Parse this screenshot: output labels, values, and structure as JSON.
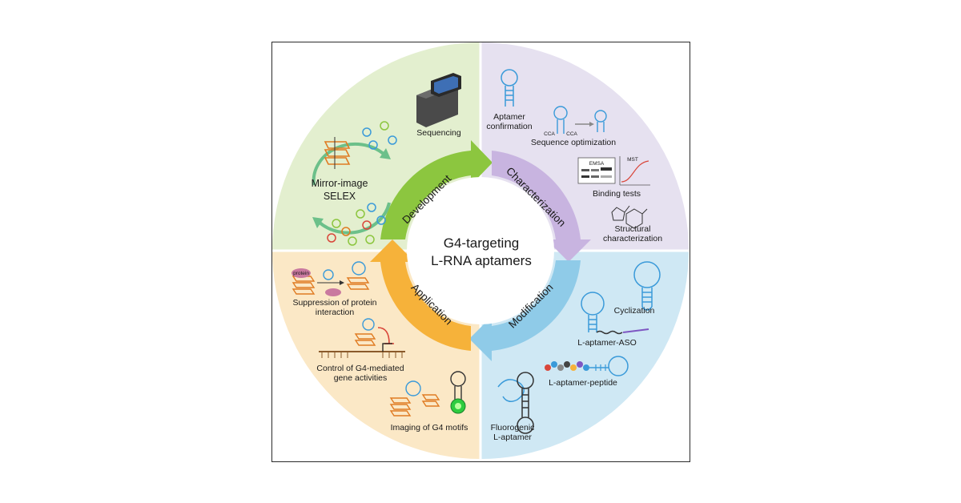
{
  "center": {
    "line1": "G4-targeting",
    "line2": "L-RNA aptamers"
  },
  "stages": {
    "development": "Development",
    "characterization": "Characterization",
    "modification": "Modification",
    "application": "Application"
  },
  "development": {
    "sequencing": "Sequencing",
    "selex_line1": "Mirror-image",
    "selex_line2": "SELEX"
  },
  "characterization": {
    "aptamer_confirmation_line1": "Aptamer",
    "aptamer_confirmation_line2": "confirmation",
    "sequence_optimization": "Sequence optimization",
    "seq_left": "CCA",
    "seq_right": "CCA",
    "emsa": "EMSA",
    "mst": "MST",
    "binding_tests": "Binding tests",
    "structural_line1": "Structural",
    "structural_line2": "characterization"
  },
  "modification": {
    "cyclization": "Cyclization",
    "l_aptamer_aso": "L-aptamer-ASO",
    "l_aptamer_peptide": "L-aptamer-peptide",
    "fluorogenic_line1": "Fluorogenic",
    "fluorogenic_line2": "L-aptamer"
  },
  "application": {
    "suppression_line1": "Suppression of protein",
    "suppression_line2": "interaction",
    "protein_tag": "protein",
    "control_line1": "Control of G4-mediated",
    "control_line2": "gene activities",
    "imaging": "Imaging of G4 motifs"
  },
  "colors": {
    "development_bg": "#e3efcf",
    "characterization_bg": "#e6e1f0",
    "modification_bg": "#cfe8f4",
    "application_bg": "#fbe8c6",
    "development_arrow": "#8cc63f",
    "characterization_arrow": "#c8b4e0",
    "modification_arrow": "#8fcbe8",
    "application_arrow": "#f6b23a",
    "aptamer_blue": "#3a9ad9",
    "g4_orange": "#e07b22"
  }
}
